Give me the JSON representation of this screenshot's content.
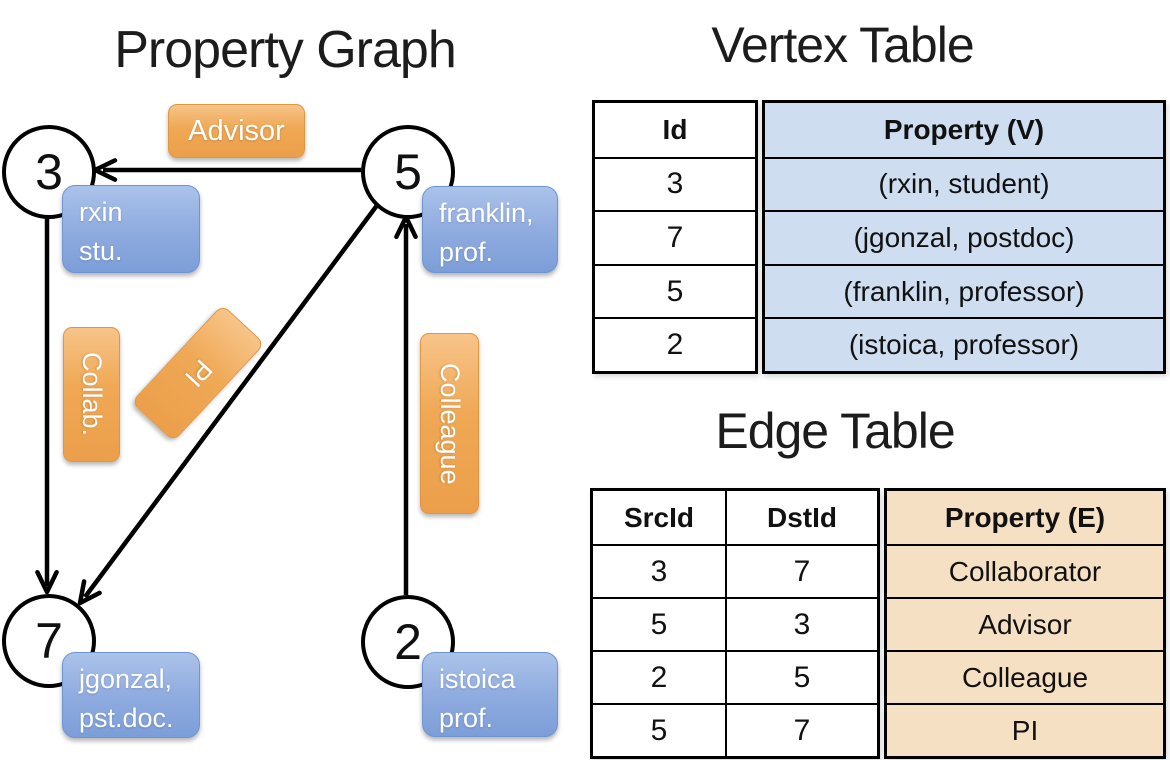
{
  "graph": {
    "title": "Property Graph",
    "nodes": [
      {
        "id": "3",
        "prop_line1": "rxin",
        "prop_line2": "stu."
      },
      {
        "id": "5",
        "prop_line1": "franklin,",
        "prop_line2": "prof."
      },
      {
        "id": "7",
        "prop_line1": "jgonzal,",
        "prop_line2": "pst.doc."
      },
      {
        "id": "2",
        "prop_line1": "istoica",
        "prop_line2": "prof."
      }
    ],
    "edges": [
      {
        "label": "Advisor",
        "src": "5",
        "dst": "3"
      },
      {
        "label": "Collab.",
        "src": "3",
        "dst": "7"
      },
      {
        "label": "PI",
        "src": "5",
        "dst": "7"
      },
      {
        "label": "Colleague",
        "src": "2",
        "dst": "5"
      }
    ]
  },
  "vertex_table": {
    "title": "Vertex Table",
    "headers": {
      "id": "Id",
      "property": "Property (V)"
    },
    "rows": [
      {
        "id": "3",
        "property": "(rxin, student)"
      },
      {
        "id": "7",
        "property": "(jgonzal, postdoc)"
      },
      {
        "id": "5",
        "property": "(franklin, professor)"
      },
      {
        "id": "2",
        "property": "(istoica, professor)"
      }
    ]
  },
  "edge_table": {
    "title": "Edge Table",
    "headers": {
      "src": "SrcId",
      "dst": "DstId",
      "property": "Property (E)"
    },
    "rows": [
      {
        "src": "3",
        "dst": "7",
        "property": "Collaborator"
      },
      {
        "src": "5",
        "dst": "3",
        "property": "Advisor"
      },
      {
        "src": "2",
        "dst": "5",
        "property": "Colleague"
      },
      {
        "src": "5",
        "dst": "7",
        "property": "PI"
      }
    ]
  },
  "colors": {
    "edge_label_orange": "#efa854",
    "vertex_label_blue": "#8fabe0",
    "vertex_table_fill": "#cfddf1",
    "edge_table_fill": "#f6e0c4",
    "line_black": "#000000"
  }
}
